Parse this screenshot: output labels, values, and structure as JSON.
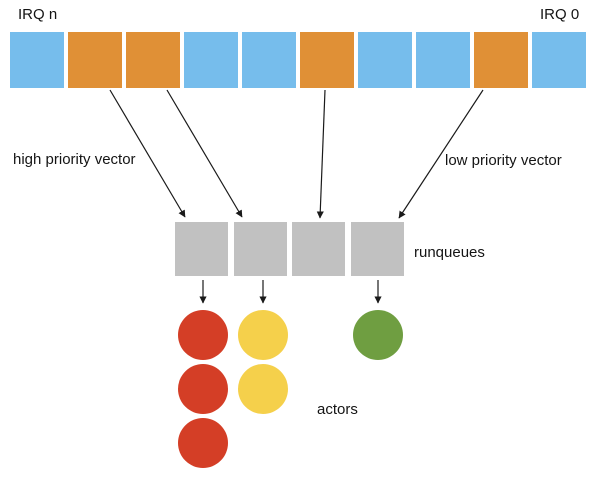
{
  "diagram": {
    "irq_label_left": "IRQ n",
    "irq_label_right": "IRQ 0",
    "high_priority_label": "high priority vector",
    "low_priority_label": "low priority vector",
    "runqueues_label": "runqueues",
    "actors_label": "actors"
  },
  "colors": {
    "irq_idle_blue": "#76bdec",
    "irq_active_orange": "#e09036",
    "runqueue_gray": "#c1c1c1",
    "actor_red": "#d43e26",
    "actor_yellow": "#f5d04b",
    "actor_green": "#6f9e41",
    "arrow_black": "#1a1a1a"
  },
  "irq_row": {
    "cells": [
      "idle",
      "active",
      "active",
      "idle",
      "idle",
      "active",
      "idle",
      "idle",
      "active",
      "idle"
    ]
  },
  "runqueues": {
    "count": 4
  },
  "actors": {
    "columns": [
      {
        "color": "red",
        "count": 3
      },
      {
        "color": "yellow",
        "count": 2
      },
      {
        "color": "green",
        "count": 1
      }
    ]
  }
}
